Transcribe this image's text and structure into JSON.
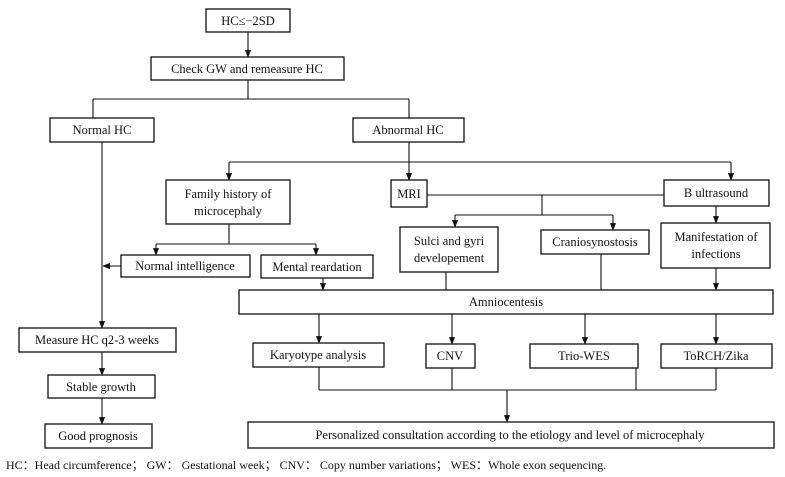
{
  "nodes": {
    "hc_threshold": [
      "HC≤−2SD"
    ],
    "check_gw": [
      "Check GW and remeasure HC"
    ],
    "normal_hc": [
      "Normal HC"
    ],
    "abnormal_hc": [
      "Abnormal HC"
    ],
    "family_history": [
      "Family history of",
      "microcephaly"
    ],
    "mri": [
      "MRI"
    ],
    "b_ultrasound": [
      "B ultrasound"
    ],
    "sulci_gyri": [
      "Sulci and gyri",
      "developement"
    ],
    "craniosynostosis": [
      "Craniosynostosis"
    ],
    "manifestation_infections": [
      "Manifestation of",
      "infections"
    ],
    "normal_intelligence": [
      "Normal intelligence"
    ],
    "mental_retardation": [
      "Mental reardation"
    ],
    "amniocentesis": [
      "Amniocentesis"
    ],
    "measure_hc": [
      "Measure HC q2-3 weeks"
    ],
    "karyotype": [
      "Karyotype analysis"
    ],
    "cnv": [
      "CNV"
    ],
    "trio_wes": [
      "Trio-WES"
    ],
    "torch_zika": [
      "ToRCH/Zika"
    ],
    "stable_growth": [
      "Stable growth"
    ],
    "good_prognosis": [
      "Good prognosis"
    ],
    "personalized": [
      "Personalized consultation according to the etiology and level of microcephaly"
    ]
  },
  "footnote": "HC：Head circumference； GW： Gestational week； CNV： Copy number variations； WES：Whole exon sequencing."
}
